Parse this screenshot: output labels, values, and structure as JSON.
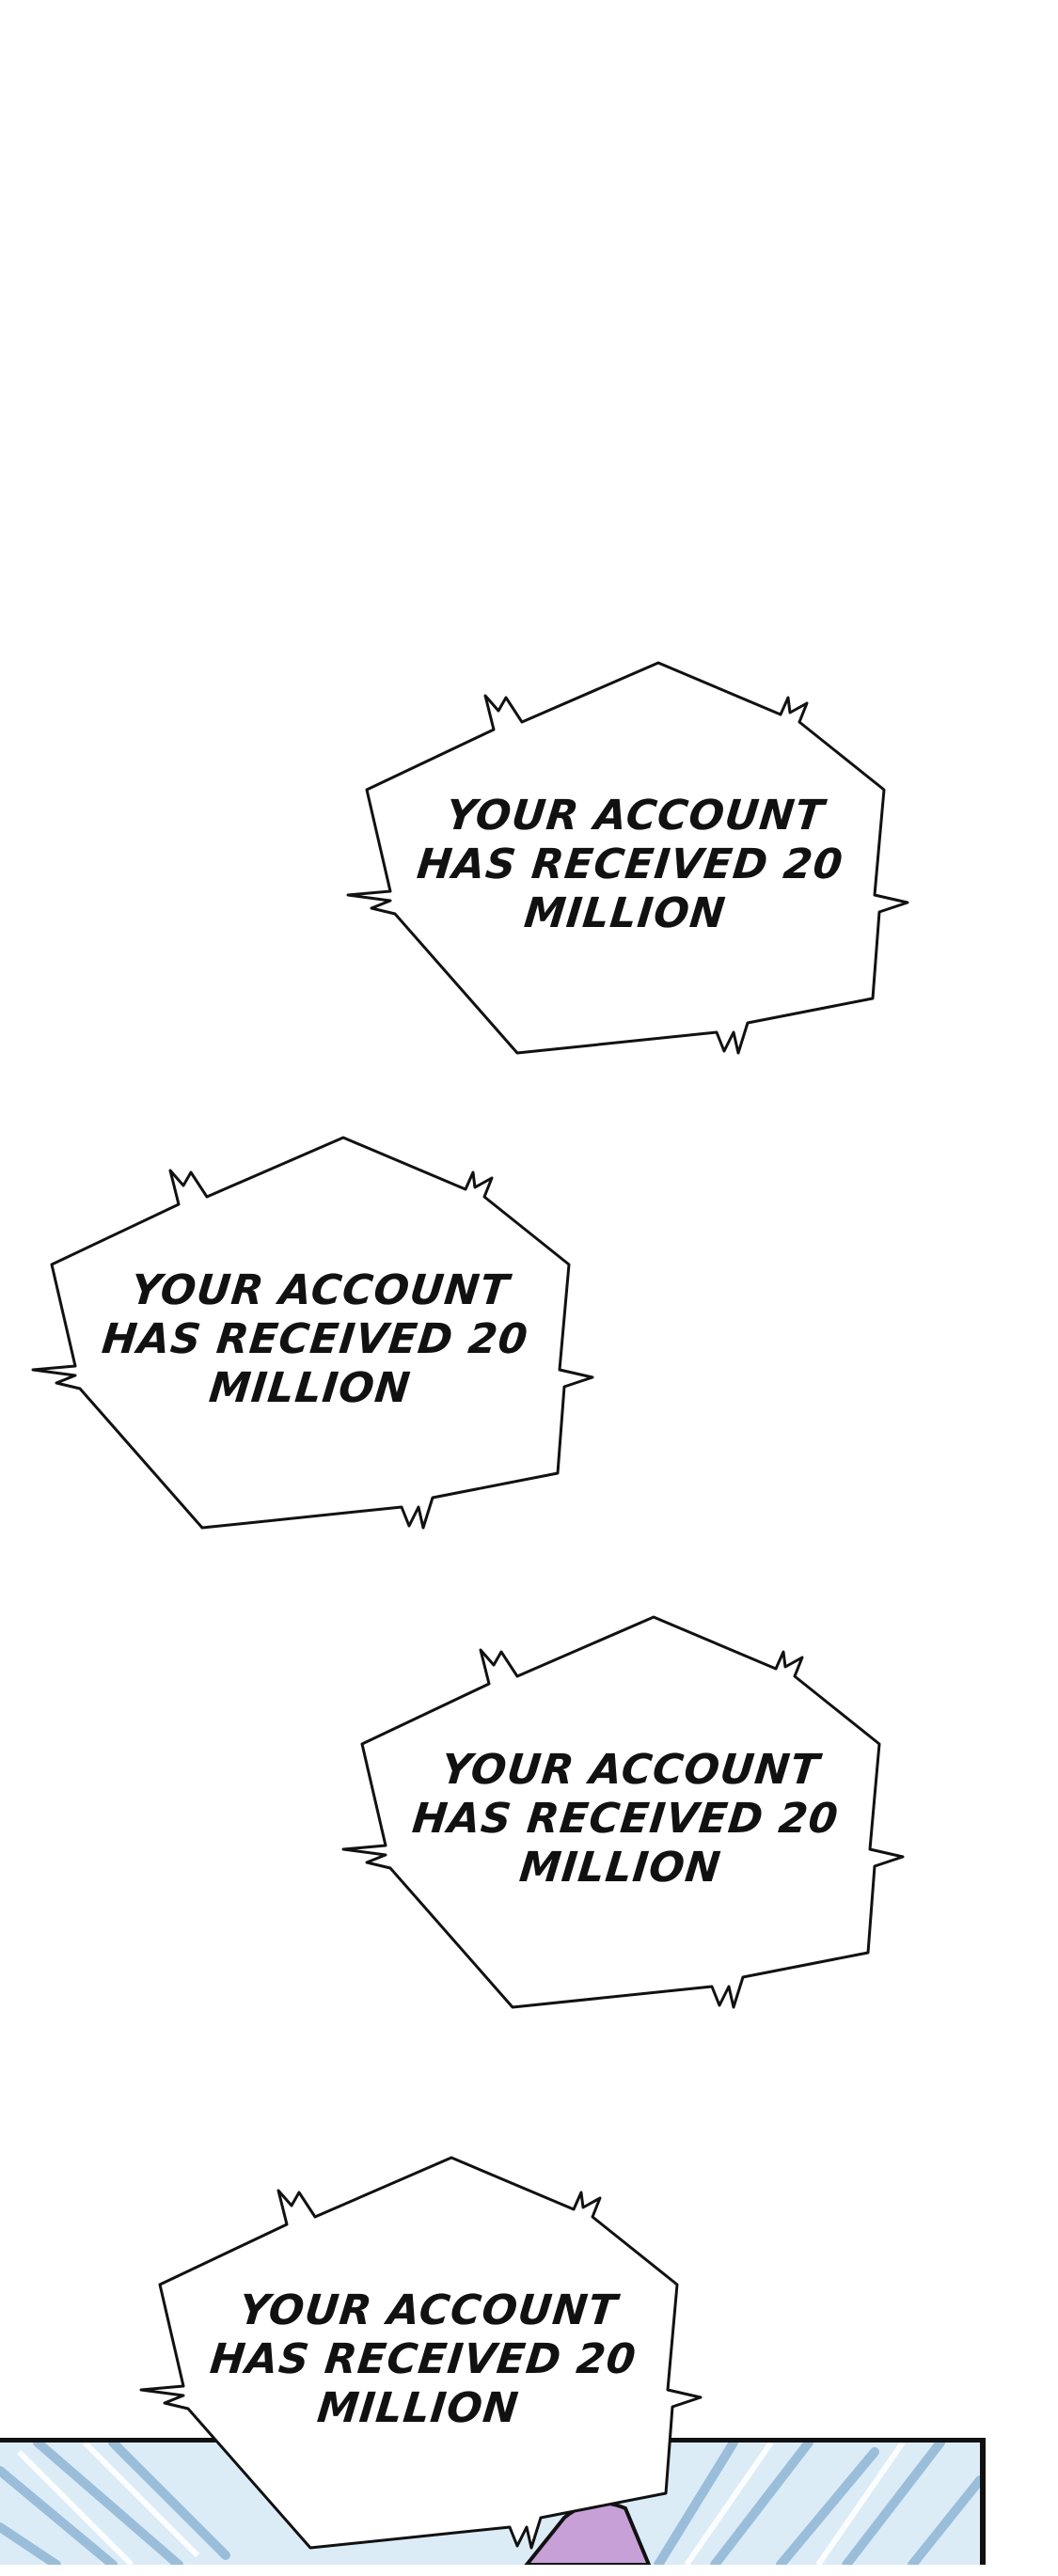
{
  "bubbles": [
    {
      "lines": [
        "YOUR ACCOUNT",
        "HAS RECEIVED 20",
        "MILLION"
      ]
    },
    {
      "lines": [
        "YOUR ACCOUNT",
        "HAS RECEIVED 20",
        "MILLION"
      ]
    },
    {
      "lines": [
        "YOUR ACCOUNT",
        "HAS RECEIVED 20",
        "MILLION"
      ]
    },
    {
      "lines": [
        "YOUR ACCOUNT",
        "HAS RECEIVED 20",
        "MILLION"
      ]
    }
  ],
  "colors": {
    "background": "#ffffff",
    "ink": "#111111",
    "panel_sky": "#cfe3f1",
    "panel_streak": "#8fb6d6",
    "panel_purple": "#c7a0d8"
  }
}
